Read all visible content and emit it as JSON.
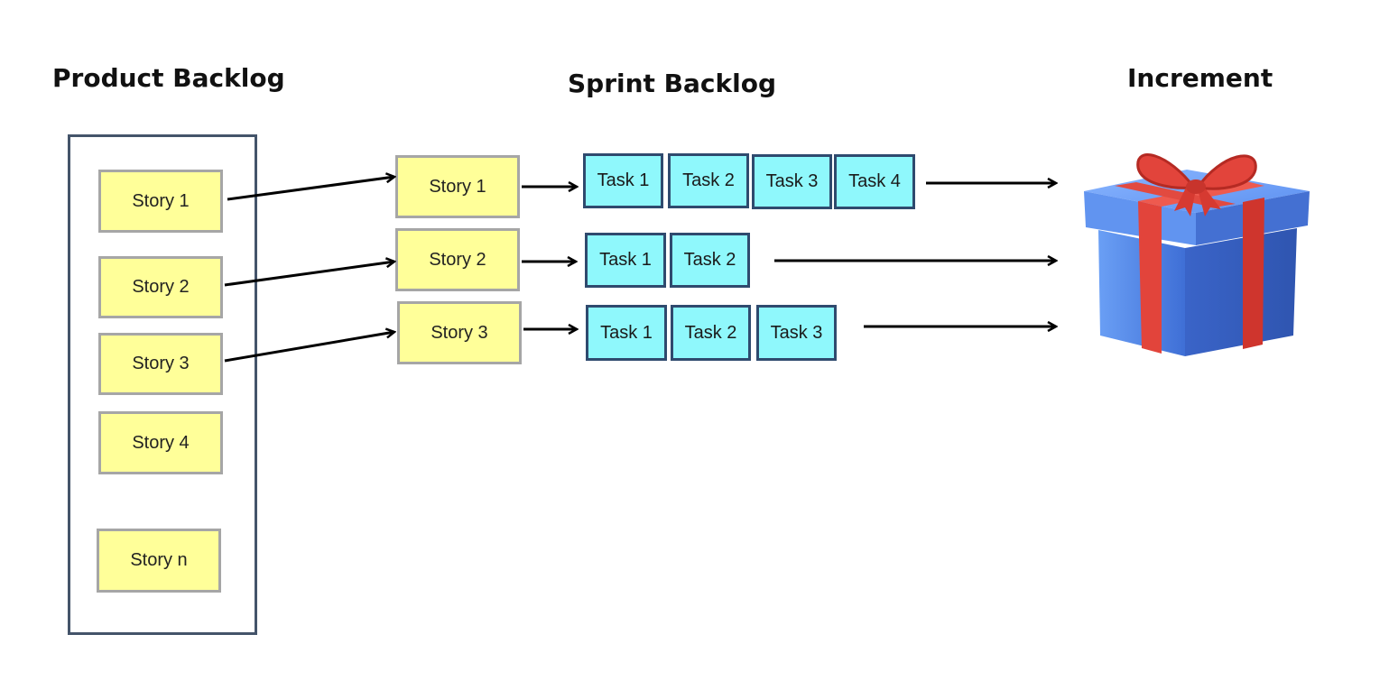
{
  "headings": {
    "product_backlog": "Product Backlog",
    "sprint_backlog": "Sprint Backlog",
    "increment": "Increment"
  },
  "product_backlog": {
    "stories": [
      "Story 1",
      "Story 2",
      "Story 3",
      "Story 4",
      "Story n"
    ]
  },
  "sprint_backlog": {
    "rows": [
      {
        "story": "Story 1",
        "tasks": [
          "Task 1",
          "Task 2",
          "Task 3",
          "Task 4"
        ]
      },
      {
        "story": "Story 2",
        "tasks": [
          "Task 1",
          "Task 2"
        ]
      },
      {
        "story": "Story 3",
        "tasks": [
          "Task 1",
          "Task 2",
          "Task 3"
        ]
      }
    ]
  },
  "increment": {
    "icon": "gift-box-icon"
  },
  "colors": {
    "story_fill": "#ffff99",
    "task_fill": "#8ff8fc",
    "frame_border": "#44546a",
    "gift_body": "#4a7fe0",
    "gift_ribbon": "#e2443b"
  }
}
